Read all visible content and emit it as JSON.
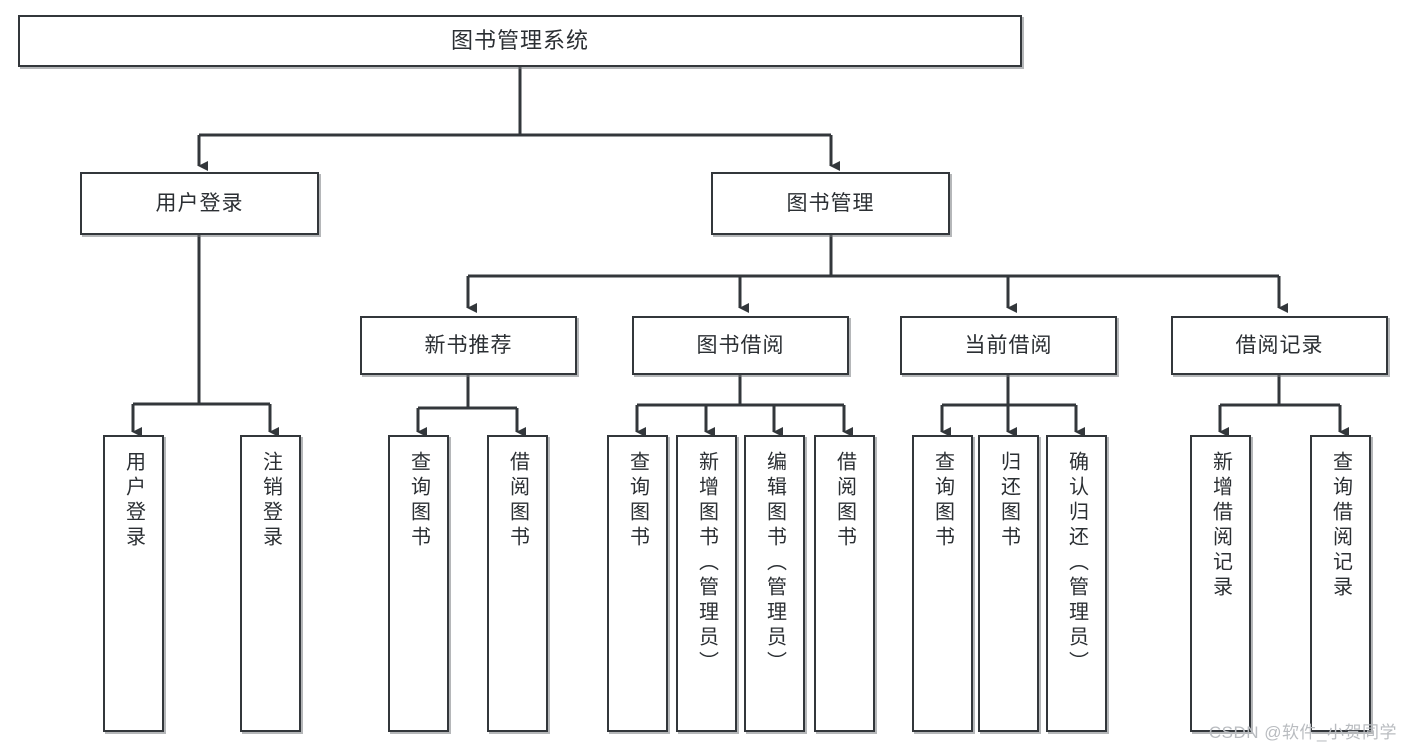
{
  "diagram": {
    "type": "tree",
    "title": "图书管理系统",
    "colors": {
      "box_border": "#33373b",
      "box_fill": "#ffffff",
      "edge": "#33373b",
      "text": "#2b2f33",
      "shadow": "#787c80",
      "watermark": "#b9bcc0"
    },
    "root": {
      "label": "图书管理系统"
    },
    "level1": [
      {
        "id": "user-login",
        "label": "用户登录"
      },
      {
        "id": "book-manage",
        "label": "图书管理"
      }
    ],
    "level2": [
      {
        "id": "new-book-rec",
        "label": "新书推荐",
        "parent": "book-manage"
      },
      {
        "id": "book-borrow",
        "label": "图书借阅",
        "parent": "book-manage"
      },
      {
        "id": "current-borrow",
        "label": "当前借阅",
        "parent": "book-manage"
      },
      {
        "id": "borrow-record",
        "label": "借阅记录",
        "parent": "book-manage"
      }
    ],
    "leaves": [
      {
        "id": "leaf-user-login",
        "label": "用户登录",
        "parent": "user-login"
      },
      {
        "id": "leaf-logout-login",
        "label": "注销登录",
        "parent": "user-login"
      },
      {
        "id": "leaf-query-book-1",
        "label": "查询图书",
        "parent": "new-book-rec"
      },
      {
        "id": "leaf-borrow-book-1",
        "label": "借阅图书",
        "parent": "new-book-rec"
      },
      {
        "id": "leaf-query-book-2",
        "label": "查询图书",
        "parent": "book-borrow"
      },
      {
        "id": "leaf-add-book",
        "label": "新增图书（管理员）",
        "parent": "book-borrow"
      },
      {
        "id": "leaf-edit-book",
        "label": "编辑图书（管理员）",
        "parent": "book-borrow"
      },
      {
        "id": "leaf-borrow-book-2",
        "label": "借阅图书",
        "parent": "book-borrow"
      },
      {
        "id": "leaf-query-book-3",
        "label": "查询图书",
        "parent": "current-borrow"
      },
      {
        "id": "leaf-return-book",
        "label": "归还图书",
        "parent": "current-borrow"
      },
      {
        "id": "leaf-confirm-return",
        "label": "确认归还（管理员）",
        "parent": "current-borrow"
      },
      {
        "id": "leaf-add-record",
        "label": "新增借阅记录",
        "parent": "borrow-record"
      },
      {
        "id": "leaf-query-record",
        "label": "查询借阅记录",
        "parent": "borrow-record"
      }
    ]
  },
  "watermark": {
    "text": "CSDN @软件_小贺同学"
  }
}
